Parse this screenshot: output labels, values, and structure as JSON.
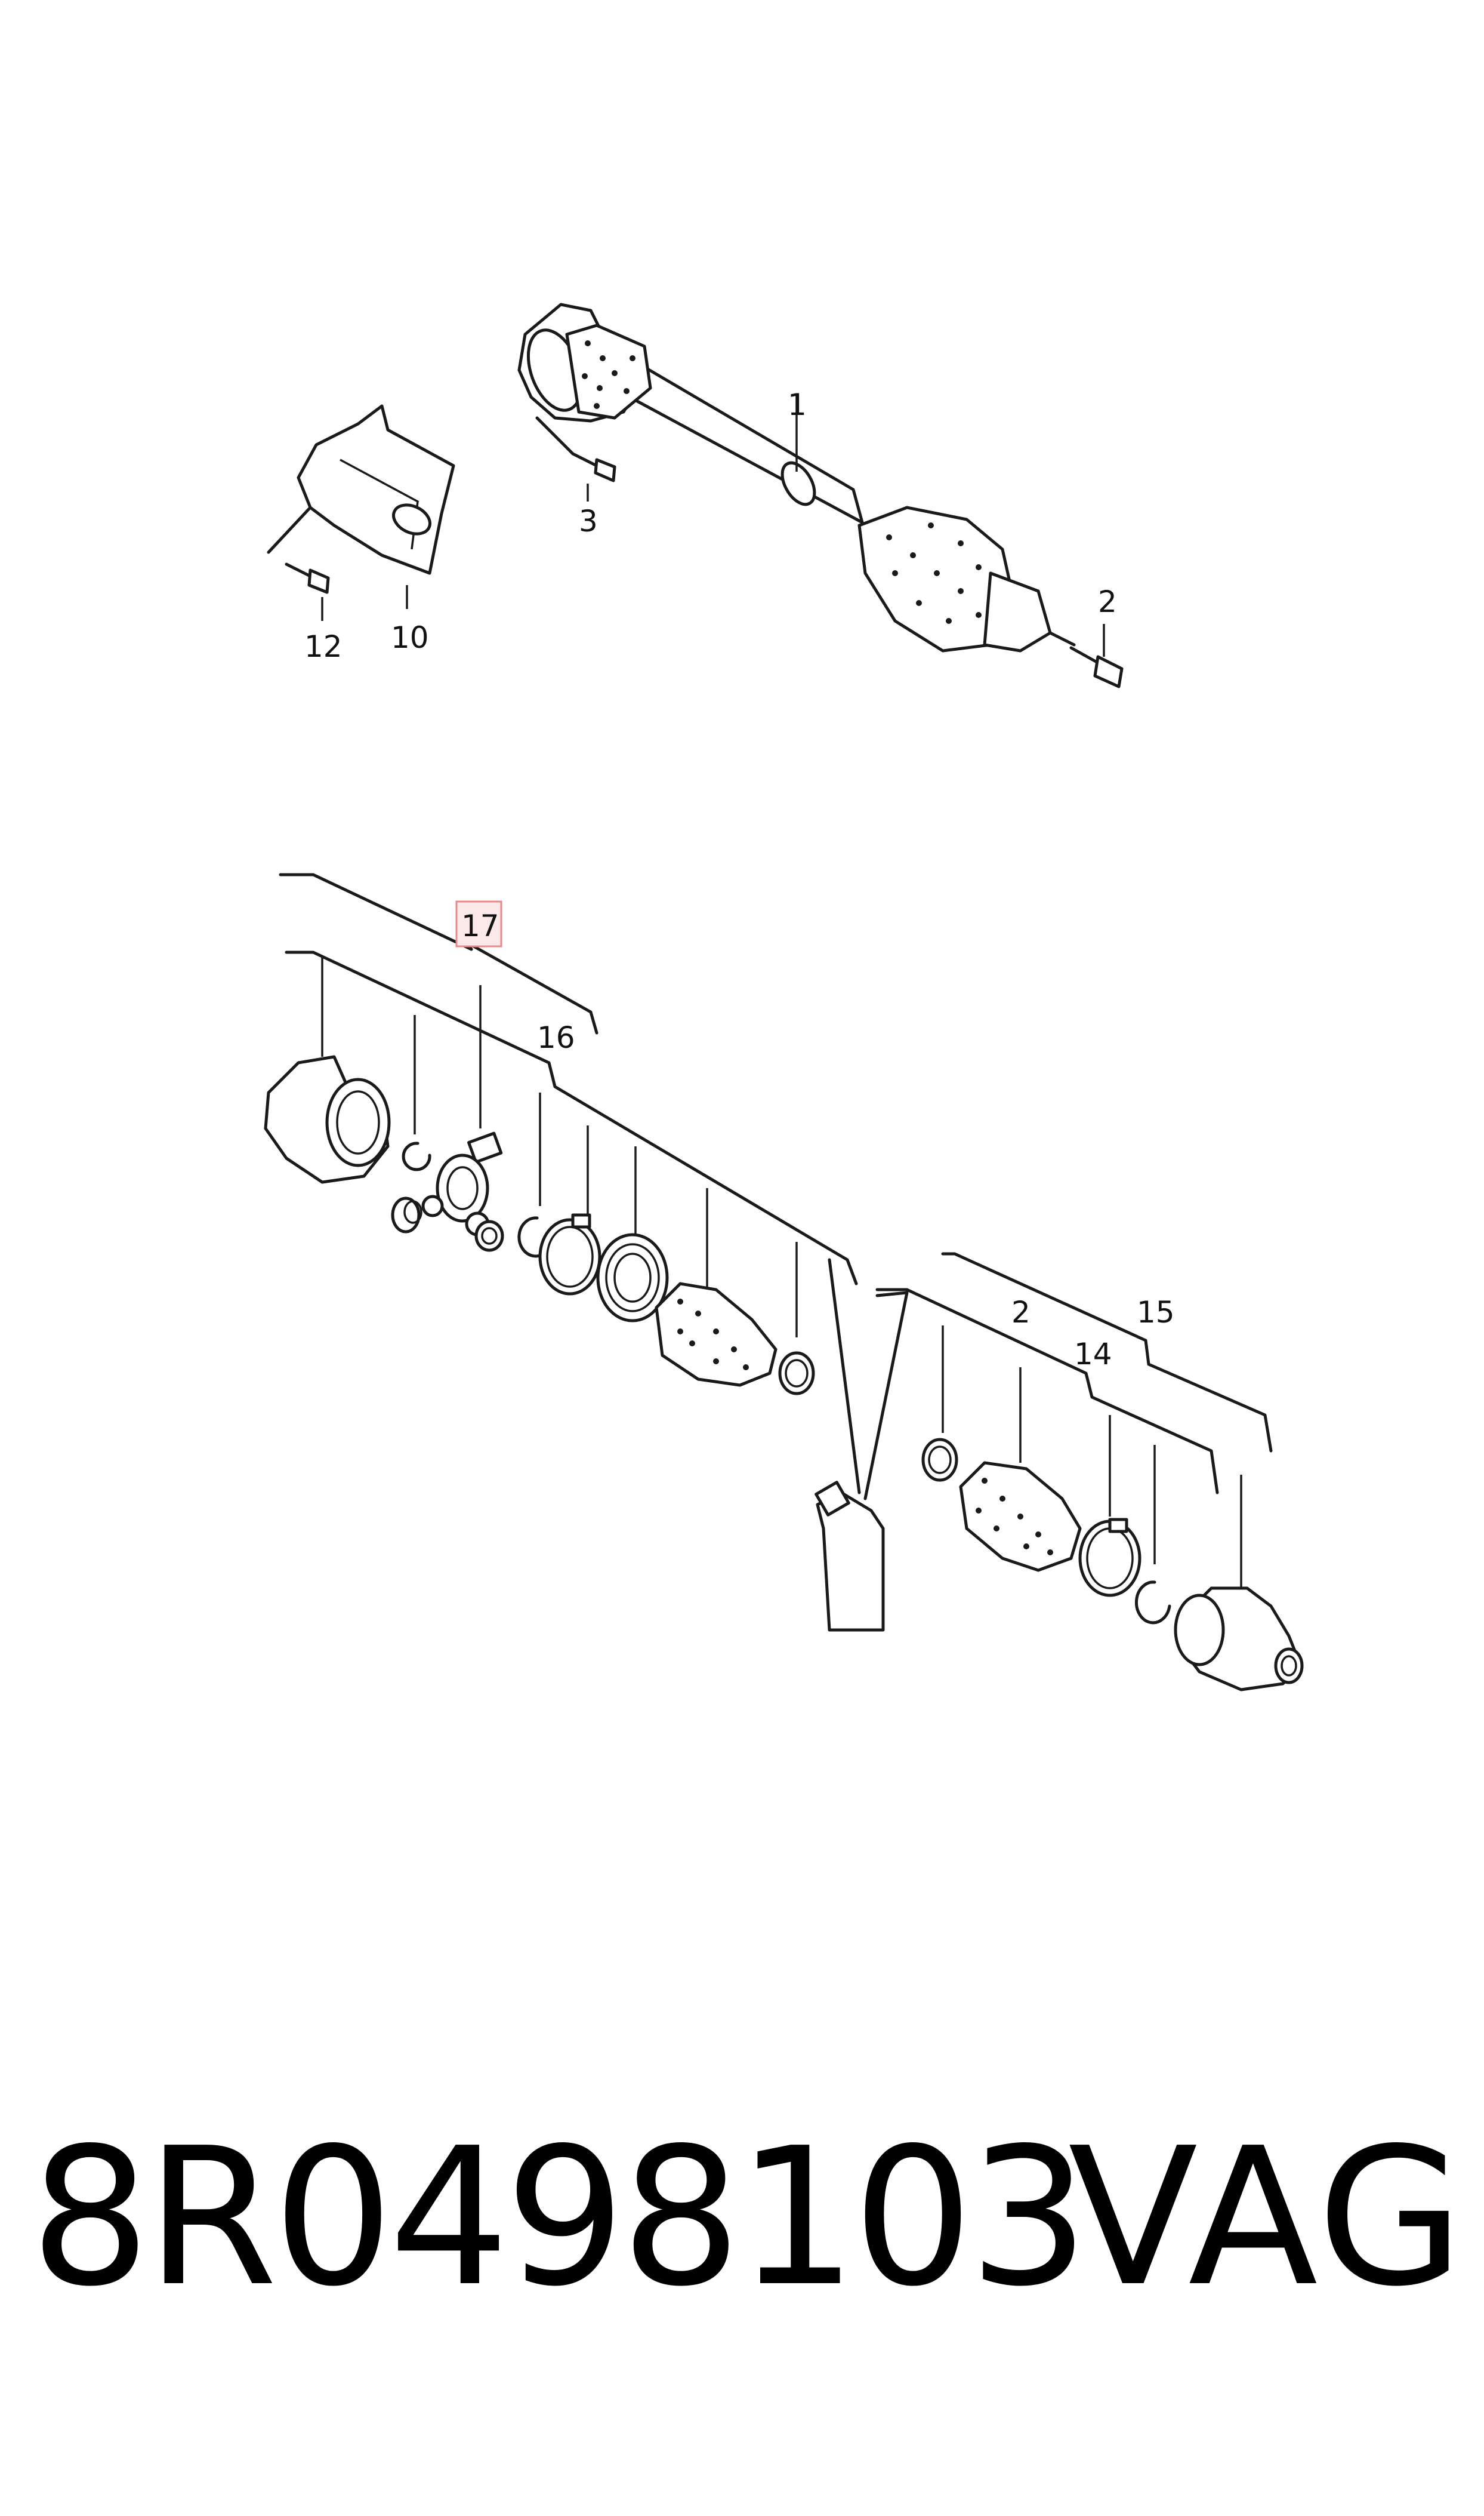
{
  "callouts": {
    "c1": "1",
    "c2_top": "2",
    "c3": "3",
    "c10": "10",
    "c12": "12",
    "c17": "17",
    "c16": "16",
    "c2_bottom": "2",
    "c14": "14",
    "c15": "15"
  },
  "highlight_color": "#e88a8a",
  "footer": {
    "part_number": "8R0498103",
    "brand": "VAG"
  }
}
